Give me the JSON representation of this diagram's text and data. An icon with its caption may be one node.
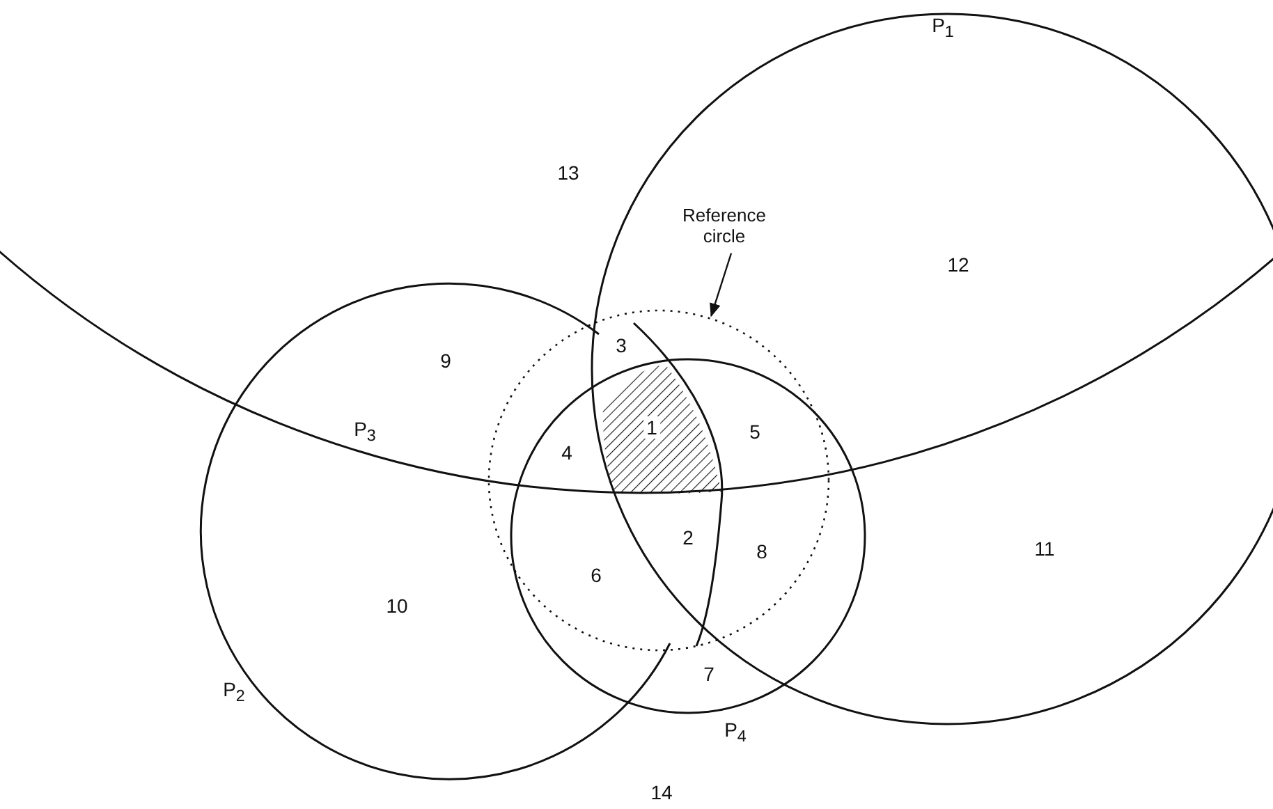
{
  "diagram": {
    "nodes": [
      {
        "text": [
          "Reference circle"
        ]
      },
      {
        "text": [],
        "shape": "circle"
      }
    ],
    "edges": [
      {
        "from": 0,
        "to": 1,
        "arrow": "to"
      }
    ],
    "labels": [
      "P$_{1}$",
      "13",
      "12",
      "9",
      "3",
      "1",
      "5",
      "P$_{3}$",
      "4",
      "2",
      "8",
      "11",
      "10",
      "6",
      "7",
      "P$_{2}$",
      "P$_{4}$",
      "14"
    ]
  }
}
